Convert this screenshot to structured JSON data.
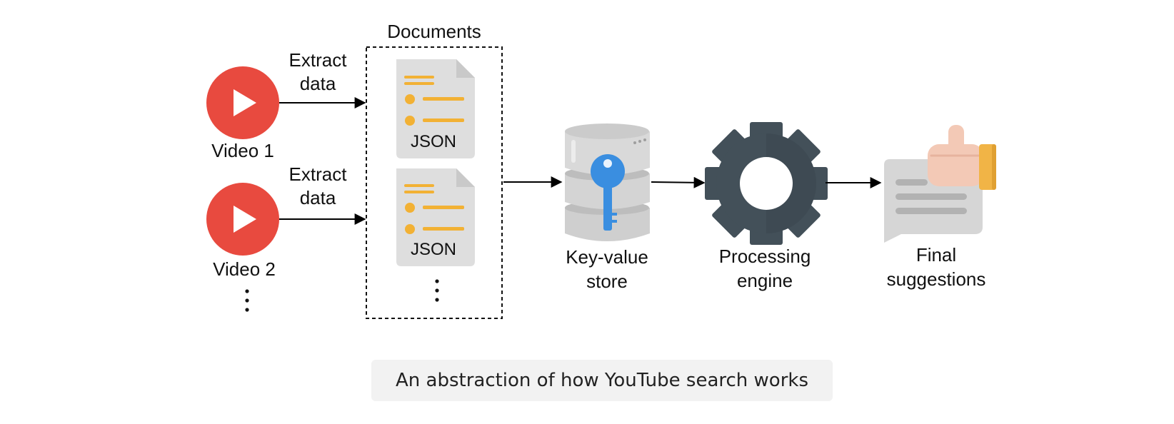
{
  "title": "Documents",
  "edge_labels": {
    "extract_1_line1": "Extract",
    "extract_1_line2": "data",
    "extract_2_line1": "Extract",
    "extract_2_line2": "data"
  },
  "nodes": {
    "video1": "Video 1",
    "video2": "Video 2",
    "doc1": "JSON",
    "doc2": "JSON",
    "kv_line1": "Key-value",
    "kv_line2": "store",
    "engine_line1": "Processing",
    "engine_line2": "engine",
    "final_line1": "Final",
    "final_line2": "suggestions"
  },
  "caption": "An abstraction of how YouTube search works",
  "colors": {
    "youtube_red": "#e84a3f",
    "doc_gray": "#dedede",
    "doc_orange": "#f2b134",
    "db_gray": "#cfcfcf",
    "key_blue": "#3a8ee0",
    "gear_dark": "#435059",
    "thumb_skin": "#f3c9b6",
    "thumb_cuff": "#f1b446"
  }
}
